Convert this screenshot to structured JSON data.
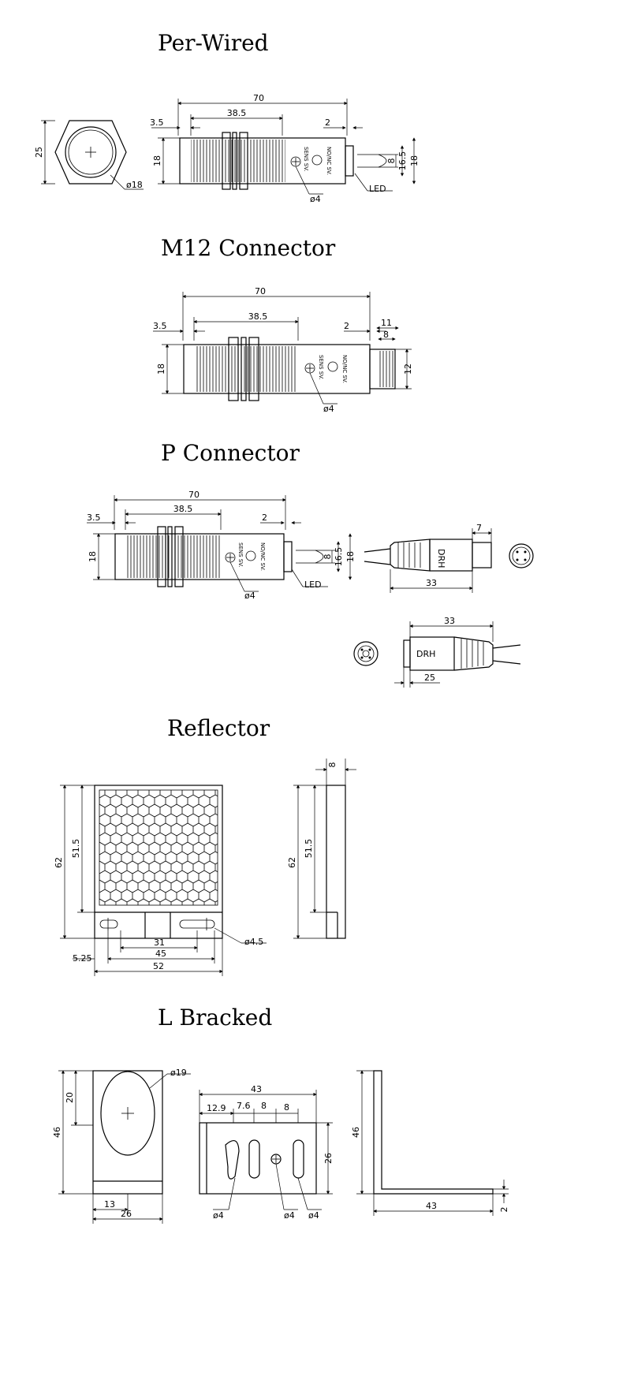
{
  "sections": {
    "perwired": {
      "title": "Per-Wired",
      "dims": {
        "overall": "70",
        "thread": "38.5",
        "nut": "3.5",
        "tip": "2",
        "hex": "25",
        "dia_outer": "ø18",
        "body_h": "18",
        "cable_8": "8",
        "cable_165": "16.5",
        "cable_18": "18",
        "hole": "ø4",
        "led": "LED",
        "sens": "SENS SV.",
        "nonc": "NO/NC SV."
      }
    },
    "m12": {
      "title": "M12 Connector",
      "dims": {
        "overall": "70",
        "thread": "38.5",
        "nut": "3.5",
        "tip": "2",
        "conn_11": "11",
        "conn_8": "8",
        "conn_12": "12",
        "body_h": "18",
        "hole": "ø4",
        "sens": "SENS SV.",
        "nonc": "NO/NC SV."
      }
    },
    "pconn": {
      "title": "P Connector",
      "dims": {
        "overall": "70",
        "thread": "38.5",
        "nut": "3.5",
        "tip": "2",
        "body_h": "18",
        "cable_8": "8",
        "cable_165": "16.5",
        "cable_18": "18",
        "hole": "ø4",
        "led": "LED",
        "plug_7": "7",
        "plug_33": "33",
        "socket_33": "33",
        "socket_25": "25",
        "drh": "DRH",
        "sens": "SENS SV.",
        "nonc": "NO/NC SV."
      }
    },
    "reflector": {
      "title": "Reflector",
      "dims": {
        "h62": "62",
        "h515": "51.5",
        "d31": "31",
        "d45": "45",
        "d52": "52",
        "d525": "5.25",
        "hole": "ø4.5",
        "side8": "8",
        "side62": "62",
        "side515": "51.5"
      }
    },
    "bracket": {
      "title": "L Bracked",
      "dims": {
        "h46": "46",
        "h20": "20",
        "w13": "13",
        "w26": "26",
        "d19": "ø19",
        "top43": "43",
        "d129": "12.9",
        "d76": "7.6",
        "d8a": "8",
        "d8b": "8",
        "h26": "26",
        "hole1": "ø4",
        "hole2": "ø4",
        "hole3": "ø4",
        "side46": "46",
        "side43": "43",
        "side2": "2"
      }
    }
  },
  "colors": {
    "line": "#000000",
    "background": "#ffffff"
  }
}
